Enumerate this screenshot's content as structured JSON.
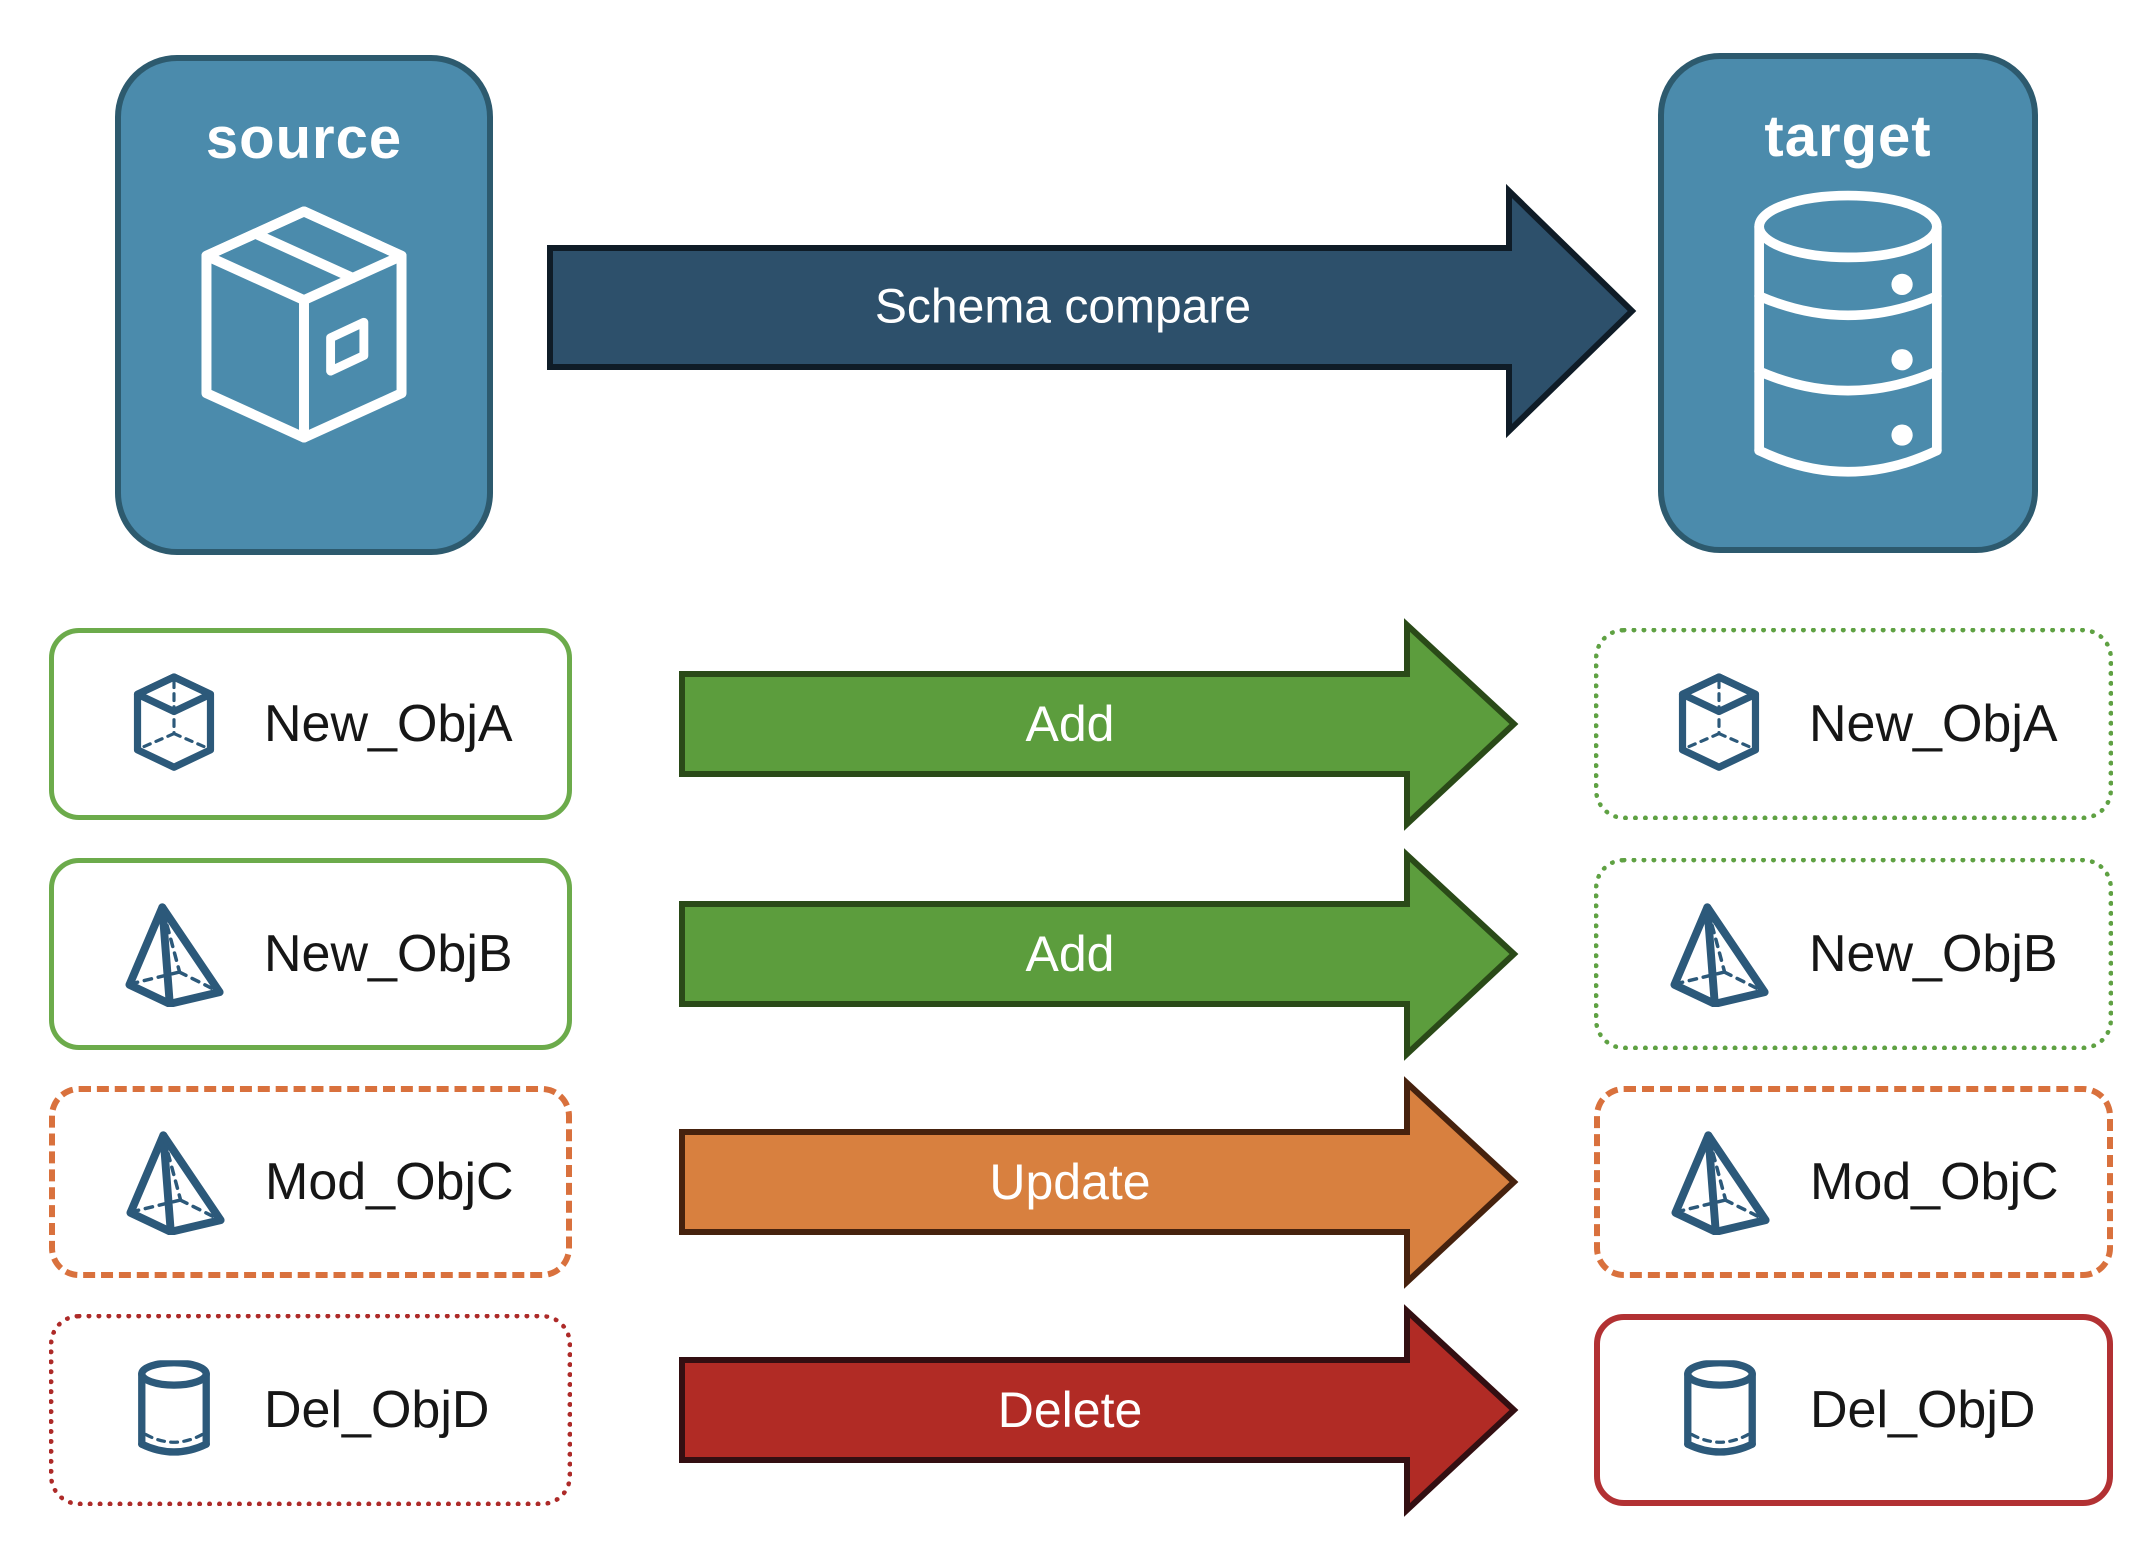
{
  "nodes": {
    "source": {
      "label": "source",
      "icon": "package-icon"
    },
    "target": {
      "label": "target",
      "icon": "database-icon"
    }
  },
  "compare_arrow": {
    "label": "Schema compare"
  },
  "rows": [
    {
      "object": "New_ObjA",
      "action": "Add",
      "icon": "cube-icon",
      "source_border": "solid-green",
      "target_border": "dotted-green"
    },
    {
      "object": "New_ObjB",
      "action": "Add",
      "icon": "pyramid-icon",
      "source_border": "solid-green",
      "target_border": "dotted-green"
    },
    {
      "object": "Mod_ObjC",
      "action": "Update",
      "icon": "pyramid-icon",
      "source_border": "dashed-orange",
      "target_border": "dashed-orange"
    },
    {
      "object": "Del_ObjD",
      "action": "Delete",
      "icon": "cylinder-icon",
      "source_border": "dotted-red",
      "target_border": "solid-red"
    }
  ],
  "colors": {
    "node_fill": "#4b8bac",
    "node_border": "#2d5a6e",
    "compare_arrow_fill": "#2d506b",
    "add_fill": "#5c9d3d",
    "update_fill": "#d8803f",
    "delete_fill": "#b12b25",
    "green_border": "#6cab4b",
    "orange_border": "#d9713d",
    "red_border": "#b23133",
    "icon_stroke": "#2c597a"
  }
}
